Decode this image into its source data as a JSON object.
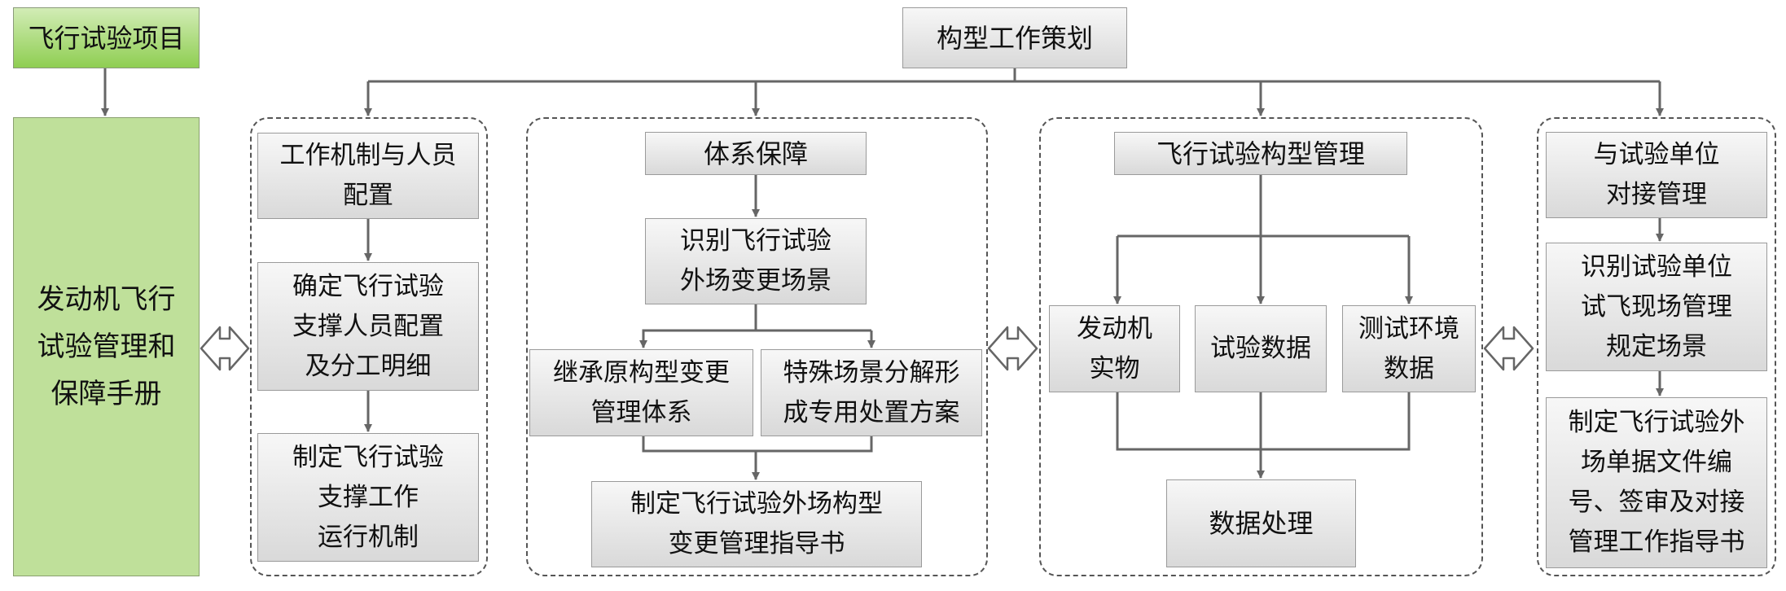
{
  "colors": {
    "line": "#666666",
    "box_border": "#9a9a9a",
    "green_tab": "#8fce52",
    "green_book": "#bfe09a",
    "dashed": "#555555"
  },
  "project": {
    "label": "飞行试验项目"
  },
  "manual": {
    "label": "发动机飞行\n试验管理和\n保障手册"
  },
  "planning": {
    "label": "构型工作策划"
  },
  "column1": {
    "head": "工作机制与人员\n配置",
    "step1": "确定飞行试验\n支撑人员配置\n及分工明细",
    "step2": "制定飞行试验\n支撑工作\n运行机制"
  },
  "column2": {
    "head": "体系保障",
    "identify": "识别飞行试验\n外场变更场景",
    "inherit": "继承原构型变更\n管理体系",
    "special": "特殊场景分解形\n成专用处置方案",
    "guide": "制定飞行试验外场构型\n变更管理指导书"
  },
  "column3": {
    "head": "飞行试验构型管理",
    "engine": "发动机\n实物",
    "test_data": "试验数据",
    "env_data": "测试环境\n数据",
    "processing": "数据处理"
  },
  "column4": {
    "head": "与试验单位\n对接管理",
    "identify": "识别试验单位\n试飞现场管理\n规定场景",
    "guide": "制定飞行试验外\n场单据文件编\n号、签审及对接\n管理工作指导书"
  }
}
